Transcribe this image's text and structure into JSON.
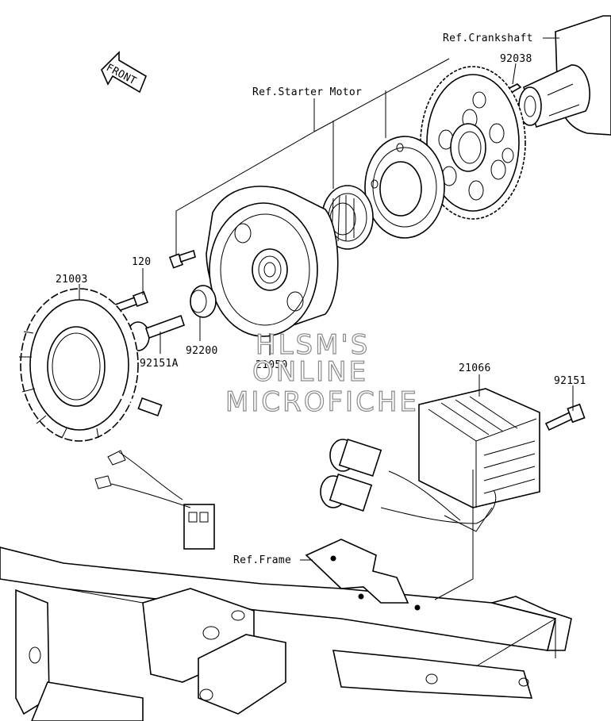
{
  "front_marker": "FRONT",
  "references": {
    "crankshaft": "Ref.Crankshaft",
    "starter_motor": "Ref.Starter Motor",
    "frame": "Ref.Frame"
  },
  "parts": {
    "p92038": "92038",
    "p120": "120",
    "p21003": "21003",
    "p92151a": "92151A",
    "p92200": "92200",
    "p21050": "21050",
    "p21066": "21066",
    "p92151": "92151"
  },
  "watermark": {
    "line1": "HLSM'S",
    "line2": "ONLINE",
    "line3": "MICROFICHE"
  }
}
